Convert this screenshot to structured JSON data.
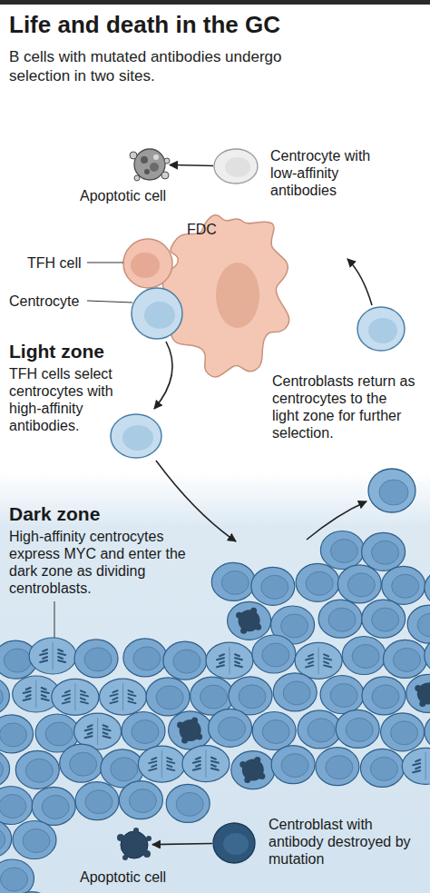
{
  "diagram": {
    "title": "Life and death in the GC",
    "caption": "B cells with mutated antibodies undergo selection in two sites.",
    "nodes": [
      {
        "text": [
          "Light zone",
          "TFH cells select centrocytes with high-affinity antibodies."
        ]
      },
      {
        "text": [
          "Apoptotic cell"
        ],
        "in": 0
      },
      {
        "text": [
          "Centrocyte with low-affinity antibodies"
        ],
        "in": 0
      },
      {
        "text": [
          "Dark zone",
          "High-affinity centrocytes express MYC and enter the dark zone as dividing centroblasts."
        ]
      },
      {
        "text": [
          "Apoptotic cell"
        ],
        "in": 3
      },
      {
        "text": [
          "Centroblast with antibody destroyed by mutation"
        ],
        "in": 3
      }
    ],
    "edges": [
      {
        "from": 2,
        "to": 1,
        "arrow": "to"
      },
      {
        "from": 5,
        "to": 4,
        "arrow": "to"
      }
    ],
    "labels": [
      "FDC",
      "TFH cell",
      "Centrocyte",
      "Centroblasts return as centrocytes to the light zone for further selection."
    ]
  }
}
